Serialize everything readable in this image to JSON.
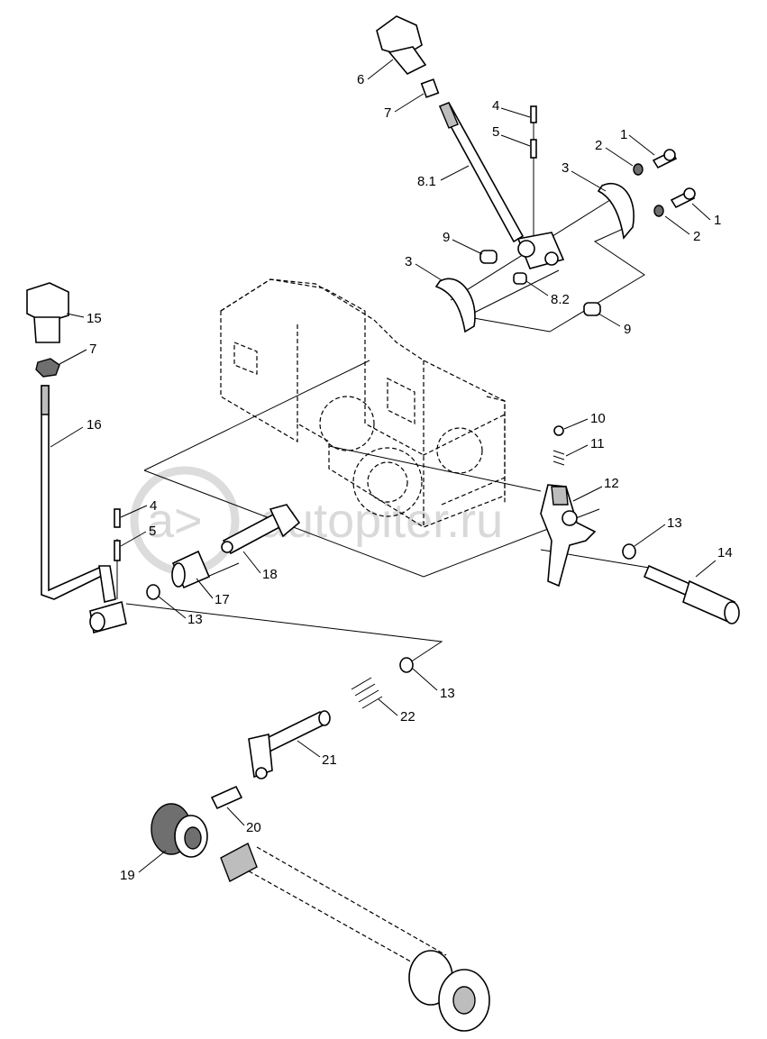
{
  "watermark": "autopiter.ru",
  "callouts": [
    {
      "id": "c1a",
      "text": "1"
    },
    {
      "id": "c1b",
      "text": "1"
    },
    {
      "id": "c2a",
      "text": "2"
    },
    {
      "id": "c2b",
      "text": "2"
    },
    {
      "id": "c3a",
      "text": "3"
    },
    {
      "id": "c3b",
      "text": "3"
    },
    {
      "id": "c4a",
      "text": "4"
    },
    {
      "id": "c4b",
      "text": "4"
    },
    {
      "id": "c5a",
      "text": "5"
    },
    {
      "id": "c5b",
      "text": "5"
    },
    {
      "id": "c6",
      "text": "6"
    },
    {
      "id": "c7a",
      "text": "7"
    },
    {
      "id": "c7b",
      "text": "7"
    },
    {
      "id": "c81",
      "text": "8.1"
    },
    {
      "id": "c82",
      "text": "8.2"
    },
    {
      "id": "c9a",
      "text": "9"
    },
    {
      "id": "c9b",
      "text": "9"
    },
    {
      "id": "c10",
      "text": "10"
    },
    {
      "id": "c11",
      "text": "11"
    },
    {
      "id": "c12",
      "text": "12"
    },
    {
      "id": "c13a",
      "text": "13"
    },
    {
      "id": "c13b",
      "text": "13"
    },
    {
      "id": "c13c",
      "text": "13"
    },
    {
      "id": "c14",
      "text": "14"
    },
    {
      "id": "c15",
      "text": "15"
    },
    {
      "id": "c16",
      "text": "16"
    },
    {
      "id": "c17",
      "text": "17"
    },
    {
      "id": "c18",
      "text": "18"
    },
    {
      "id": "c19",
      "text": "19"
    },
    {
      "id": "c20",
      "text": "20"
    },
    {
      "id": "c21",
      "text": "21"
    },
    {
      "id": "c22",
      "text": "22"
    }
  ]
}
